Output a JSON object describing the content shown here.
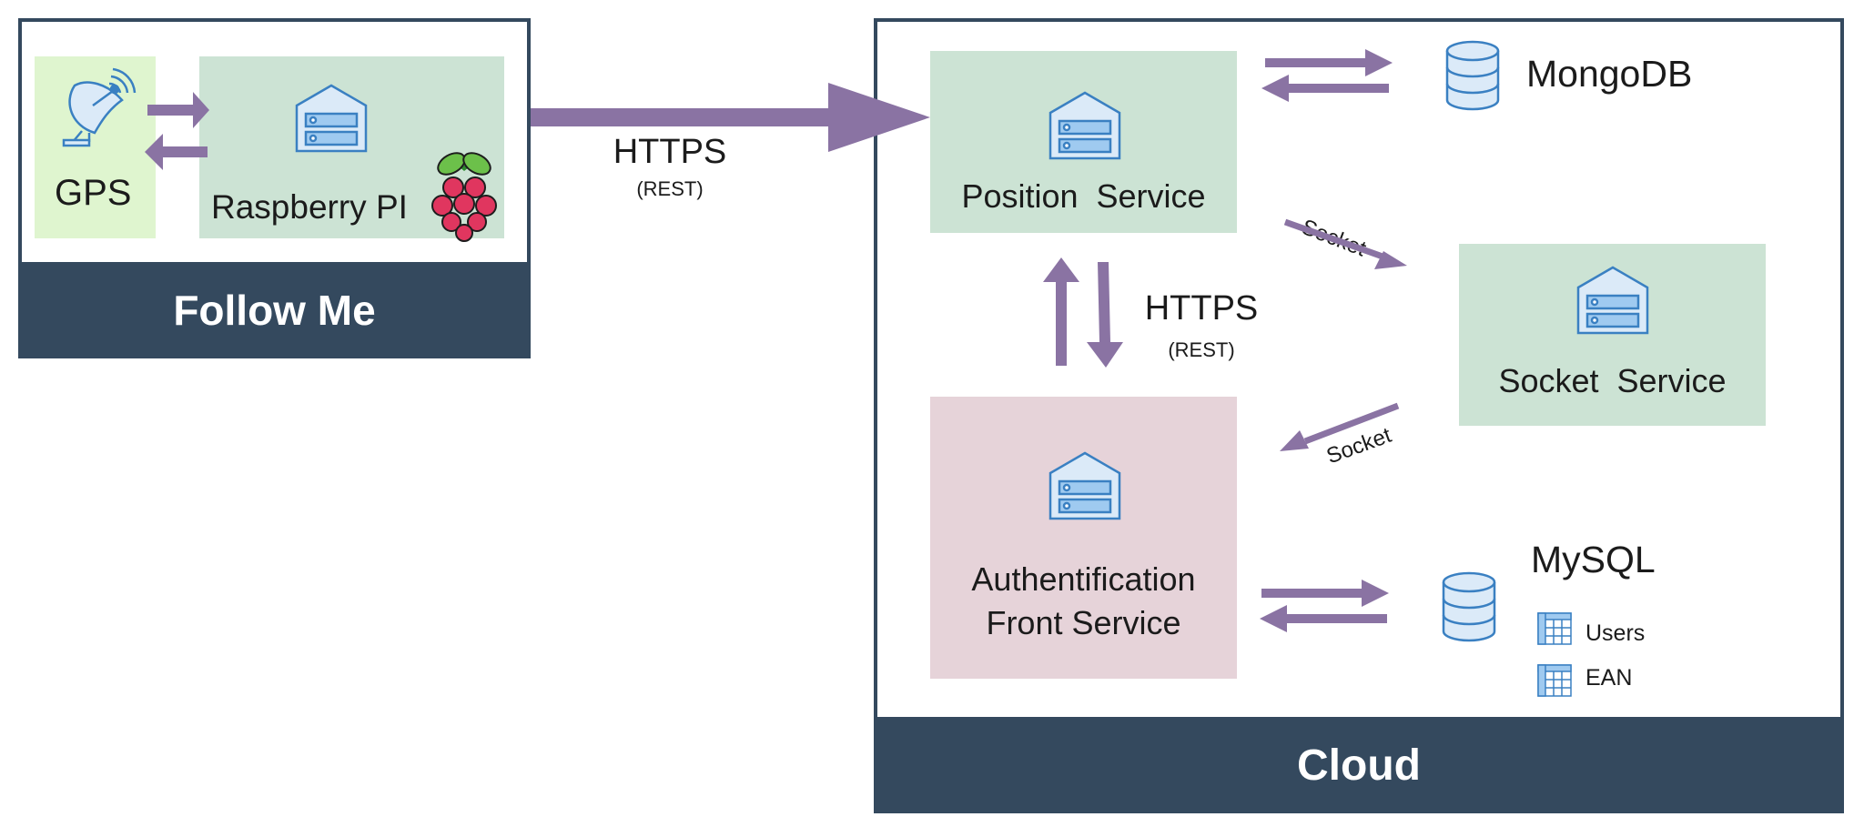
{
  "follow_me": {
    "title": "Follow Me",
    "gps_label": "GPS",
    "raspberry_label": "Raspberry PI"
  },
  "link": {
    "protocol": "HTTPS",
    "style": "(REST)"
  },
  "cloud": {
    "title": "Cloud",
    "position_service": "Position  Service",
    "socket_service": "Socket  Service",
    "auth_line1": "Authentification",
    "auth_line2": "Front Service",
    "mongodb": "MongoDB",
    "mysql": "MySQL",
    "mysql_tables": [
      "Users",
      "EAN"
    ],
    "internal_protocol": "HTTPS",
    "internal_style": "(REST)",
    "socket_label_1": "Socket",
    "socket_label_2": "Socket"
  },
  "colors": {
    "arrow": "#8a73a3",
    "frame": "#34495e",
    "service_green": "#cce3d4",
    "gps_green": "#dff5cf",
    "auth_pink": "#e6d3d9",
    "icon_blue": "#3a80c2",
    "icon_fill": "#dbeaf8"
  },
  "icons": [
    "satellite-dish-icon",
    "server-icon",
    "raspberry-pi-logo",
    "database-icon",
    "table-icon"
  ]
}
